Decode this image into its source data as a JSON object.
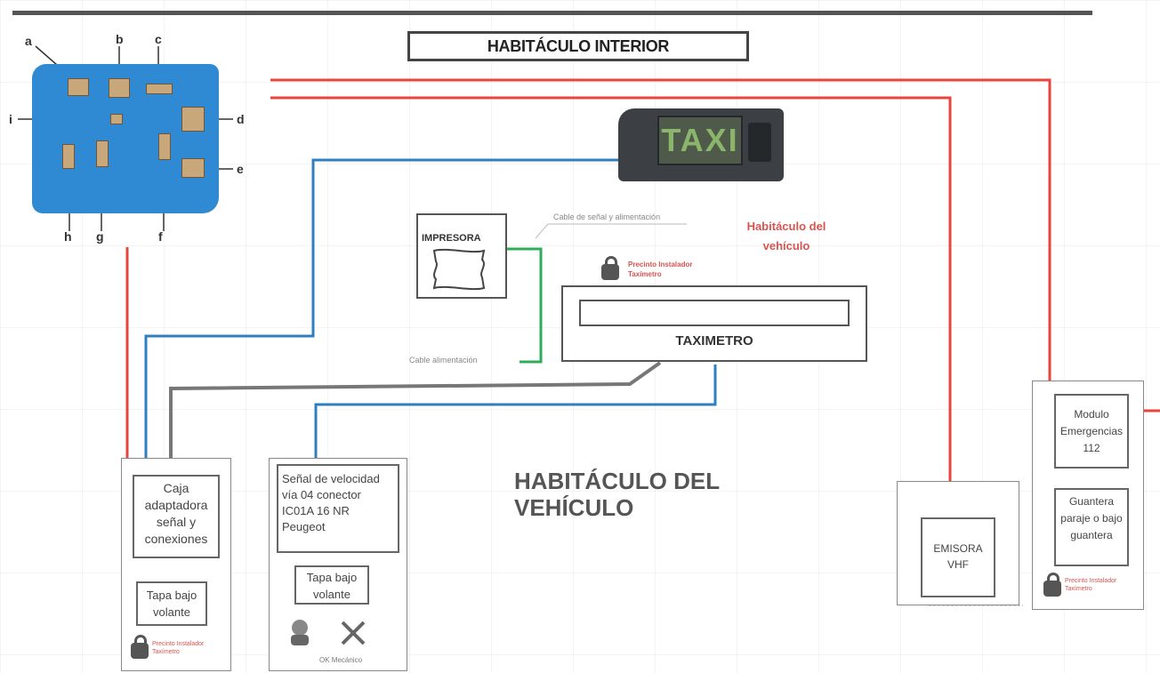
{
  "title": "HABITÁCULO INTERIOR",
  "fuse_labels": [
    "a",
    "b",
    "c",
    "d",
    "e",
    "f",
    "g",
    "h",
    "i"
  ],
  "taxi_sign_text": "TAXI",
  "printer": {
    "label": "IMPRESORA"
  },
  "cable_top_label": "Cable de señal y alimentación",
  "cable_bottom_label": "Cable alimentación",
  "habitaculo_vehiculo_red": "Habitáculo del vehículo",
  "precinto_label": "Precinto Instalador Taxímetro",
  "taximetro_label": "TAXIMETRO",
  "caja": {
    "title": "Caja adaptadora señal y conexiones",
    "tapa": "Tapa bajo volante",
    "precinto": "Precinto Instalador Taxímetro"
  },
  "senal": {
    "title": "Señal de velocidad vía 04 conector IC01A 16 NR Peugeot",
    "tapa": "Tapa bajo volante",
    "footer": "OK Mecánico"
  },
  "habitaculo_big": [
    "HABITÁCULO DEL",
    "VEHÍCULO"
  ],
  "emisora": {
    "label": "EMISORA VHF"
  },
  "modulo": {
    "title": "Modulo Emergencias 112",
    "guantera": "Guantera paraje o bajo guantera",
    "precinto": "Precinto Instalador Taxímetro"
  },
  "colors": {
    "red_wire": "#e8463c",
    "blue_wire": "#2f7fc0",
    "green_wire": "#2fae5a",
    "gray_wire": "#777777",
    "fusebox": "#2f8ad3"
  }
}
